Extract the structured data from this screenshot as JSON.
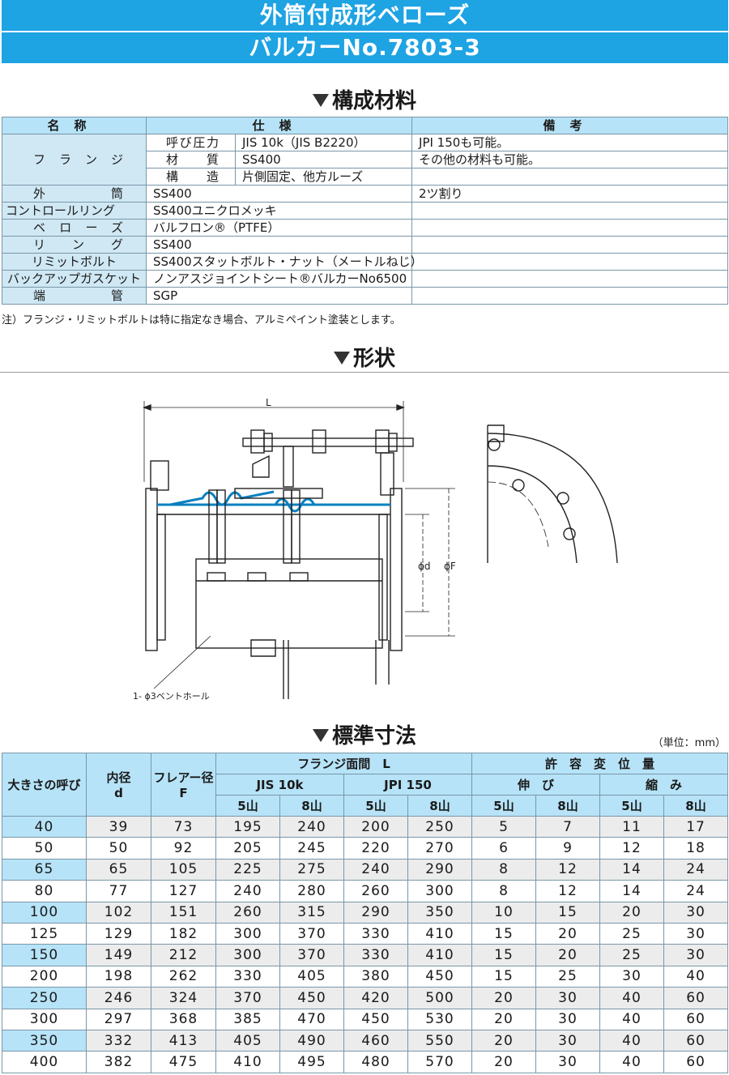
{
  "banner": {
    "title": "外筒付成形ベローズ",
    "model": "バルカーNo.7803-3"
  },
  "materials": {
    "heading": "構成材料",
    "columns": [
      "名称",
      "仕様",
      "備考"
    ],
    "flange": {
      "name": "フランジ",
      "rows": [
        {
          "item": "呼び圧力",
          "spec": "JIS 10k（JIS B2220）",
          "remark": "JPI 150も可能。"
        },
        {
          "item": "材質",
          "spec": "SS400",
          "remark": "その他の材料も可能。"
        },
        {
          "item": "構造",
          "spec": "片側固定、他方ルーズ",
          "remark": ""
        }
      ]
    },
    "rows": [
      {
        "name": "外筒",
        "spec": "SS400",
        "remark": "2ツ割り"
      },
      {
        "name": "コントロールリング",
        "spec": "SS400ユニクロメッキ",
        "remark": ""
      },
      {
        "name": "ベローズ",
        "spec": "バルフロン®（PTFE）",
        "remark": ""
      },
      {
        "name": "リング",
        "spec": "SS400",
        "remark": ""
      },
      {
        "name": "リミットボルト",
        "spec": "SS400スタットボルト・ナット（メートルねじ）",
        "remark": ""
      },
      {
        "name": "バックアップガスケット",
        "spec": "ノンアスジョイントシート®バルカーNo6500",
        "remark": ""
      },
      {
        "name": "端管",
        "spec": "SGP",
        "remark": ""
      }
    ],
    "note": "注）フランジ・リミットボルトは特に指定なき場合、アルミペイント塗装とします。"
  },
  "shape": {
    "heading": "形状",
    "label_L": "L",
    "label_d": "ϕd",
    "label_F": "ϕF",
    "vent_label": "1- ϕ3ベントホール"
  },
  "dimensions": {
    "heading": "標準寸法",
    "unit": "（単位：mm）",
    "headers": {
      "size": "大きさの呼び",
      "inner": "内径",
      "inner_sym": "d",
      "flare": "フレアー径",
      "flare_sym": "F",
      "face": "フランジ面間　L",
      "jis": "JIS 10k",
      "jpi": "JPI 150",
      "allow": "許　容　変　位　量",
      "ext": "伸　び",
      "comp": "縮　み",
      "c5": "5山",
      "c8": "8山"
    },
    "rows": [
      [
        "40",
        "39",
        "73",
        "195",
        "240",
        "200",
        "250",
        "5",
        "7",
        "11",
        "17"
      ],
      [
        "50",
        "50",
        "92",
        "205",
        "245",
        "220",
        "270",
        "6",
        "9",
        "12",
        "18"
      ],
      [
        "65",
        "65",
        "105",
        "225",
        "275",
        "240",
        "290",
        "8",
        "12",
        "14",
        "24"
      ],
      [
        "80",
        "77",
        "127",
        "240",
        "280",
        "260",
        "300",
        "8",
        "12",
        "14",
        "24"
      ],
      [
        "100",
        "102",
        "151",
        "260",
        "315",
        "290",
        "350",
        "10",
        "15",
        "20",
        "30"
      ],
      [
        "125",
        "129",
        "182",
        "300",
        "370",
        "330",
        "410",
        "15",
        "20",
        "25",
        "30"
      ],
      [
        "150",
        "149",
        "212",
        "300",
        "370",
        "330",
        "410",
        "15",
        "20",
        "25",
        "30"
      ],
      [
        "200",
        "198",
        "262",
        "330",
        "405",
        "380",
        "450",
        "15",
        "25",
        "30",
        "40"
      ],
      [
        "250",
        "246",
        "324",
        "370",
        "450",
        "420",
        "500",
        "20",
        "30",
        "40",
        "60"
      ],
      [
        "300",
        "297",
        "368",
        "385",
        "470",
        "450",
        "530",
        "20",
        "30",
        "40",
        "60"
      ],
      [
        "350",
        "332",
        "413",
        "405",
        "490",
        "460",
        "550",
        "20",
        "30",
        "40",
        "60"
      ],
      [
        "400",
        "382",
        "475",
        "410",
        "495",
        "480",
        "570",
        "20",
        "30",
        "40",
        "60"
      ]
    ]
  }
}
